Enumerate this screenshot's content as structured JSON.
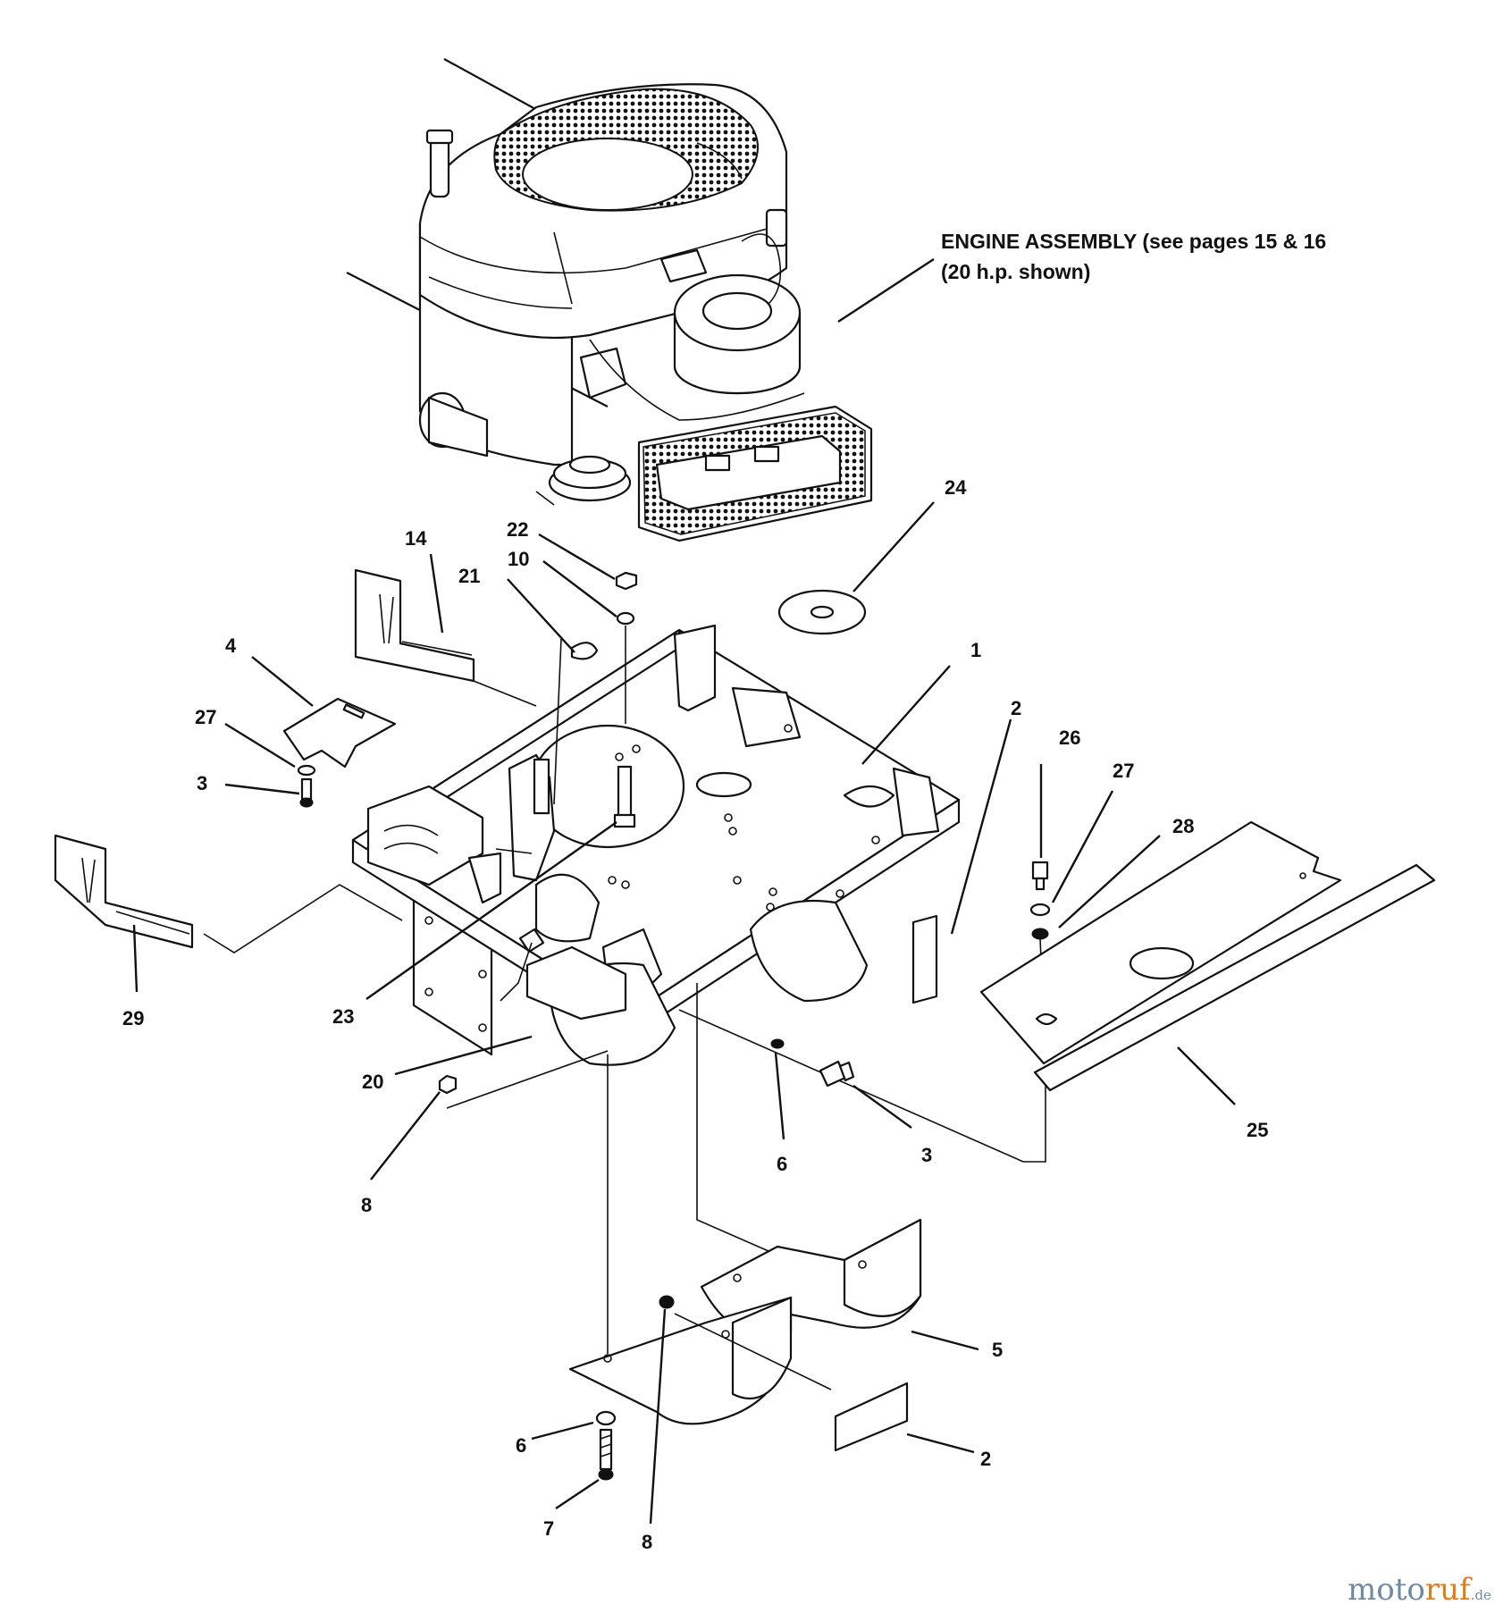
{
  "engine_label": {
    "line1": "ENGINE ASSEMBLY (see pages 15 & 16",
    "line2": "(20 h.p. shown)"
  },
  "callouts": {
    "c1": "1",
    "c2a": "2",
    "c2b": "2",
    "c3a": "3",
    "c3b": "3",
    "c4": "4",
    "c5": "5",
    "c6a": "6",
    "c6b": "6",
    "c7": "7",
    "c8a": "8",
    "c8b": "8",
    "c10": "10",
    "c14": "14",
    "c20": "20",
    "c21": "21",
    "c22": "22",
    "c23": "23",
    "c24": "24",
    "c25": "25",
    "c26": "26",
    "c27a": "27",
    "c27b": "27",
    "c28": "28",
    "c29": "29"
  },
  "watermark": {
    "mo": "mo",
    "to": "to",
    "ruf": "ruf",
    "de": ".de"
  }
}
